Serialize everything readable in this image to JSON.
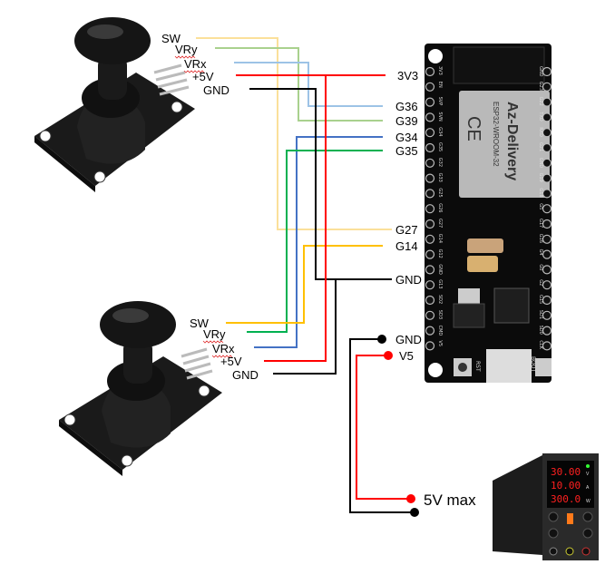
{
  "colors": {
    "sw_upper": "#fbe09a",
    "vry_upper": "#a9d18e",
    "vrx_upper": "#9dc3e6",
    "power": "#ff0000",
    "ground": "#000000",
    "vry_lower": "#00b050",
    "vrx_lower": "#4472c4",
    "sw_lower": "#ffc000"
  },
  "joystick_upper": {
    "sw": "SW",
    "vry": "VRy",
    "vrx": "VRx",
    "vcc": "+5V",
    "gnd": "GND"
  },
  "joystick_lower": {
    "sw": "SW",
    "vry": "VRy",
    "vrx": "VRx",
    "vcc": "+5V",
    "gnd": "GND"
  },
  "esp32_pins": {
    "p3v3": "3V3",
    "g36": "G36",
    "g39": "G39",
    "g34": "G34",
    "g35": "G35",
    "g27": "G27",
    "g14": "G14",
    "gnd": "GND",
    "gnd2": "GND",
    "v5": "V5"
  },
  "board": {
    "brand": "Az-Delivery",
    "module": "ESP32-WROOM-32",
    "rst": "RST",
    "boot": "BOOT",
    "left_pins": [
      "3V3",
      "EN",
      "SVP",
      "SVN",
      "G34",
      "G35",
      "G32",
      "G33",
      "G25",
      "G26",
      "G27",
      "G14",
      "G12",
      "GND",
      "G13",
      "SD2",
      "SD3",
      "CMD",
      "V5"
    ],
    "right_pins": [
      "GND",
      "G23",
      "G22",
      "TXD",
      "RXD",
      "G21",
      "GND",
      "G19",
      "G18",
      "G5",
      "G17",
      "G16",
      "G4",
      "G0",
      "G2",
      "G15",
      "SD1",
      "SD0",
      "CLK"
    ]
  },
  "power_supply": {
    "label": "5V max",
    "voltage": "30.00",
    "voltage_unit": "V",
    "current": "10.00",
    "current_unit": "A",
    "power": "300.0",
    "power_unit": "W"
  }
}
